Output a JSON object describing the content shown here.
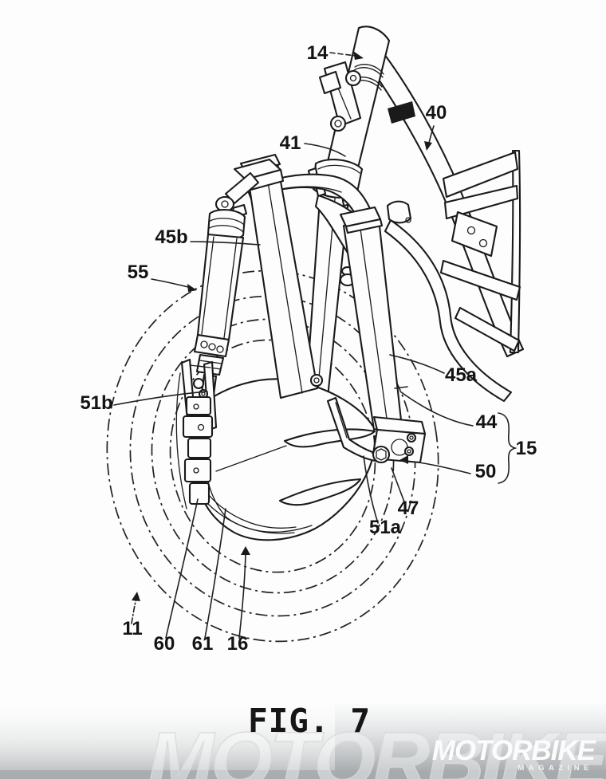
{
  "figure": {
    "caption": "FIG. 7"
  },
  "reference_labels": [
    {
      "id": "14",
      "text": "14"
    },
    {
      "id": "41",
      "text": "41"
    },
    {
      "id": "40",
      "text": "40"
    },
    {
      "id": "45b",
      "text": "45b"
    },
    {
      "id": "55",
      "text": "55"
    },
    {
      "id": "51b",
      "text": "51b"
    },
    {
      "id": "45a",
      "text": "45a"
    },
    {
      "id": "44",
      "text": "44"
    },
    {
      "id": "15",
      "text": "15"
    },
    {
      "id": "50",
      "text": "50"
    },
    {
      "id": "47",
      "text": "47"
    },
    {
      "id": "51a",
      "text": "51a"
    },
    {
      "id": "11",
      "text": "11"
    },
    {
      "id": "60",
      "text": "60"
    },
    {
      "id": "61",
      "text": "61"
    },
    {
      "id": "16",
      "text": "16"
    }
  ],
  "watermark": {
    "text": "MOTORBIKE"
  },
  "logo": {
    "title": "MOTORBIKE",
    "subtitle": "MAGAZINE"
  },
  "colors": {
    "line": "#1a1a1a",
    "background": "#fdfdfd",
    "band": "#aeb2b4",
    "logo_text": "#ffffff"
  }
}
